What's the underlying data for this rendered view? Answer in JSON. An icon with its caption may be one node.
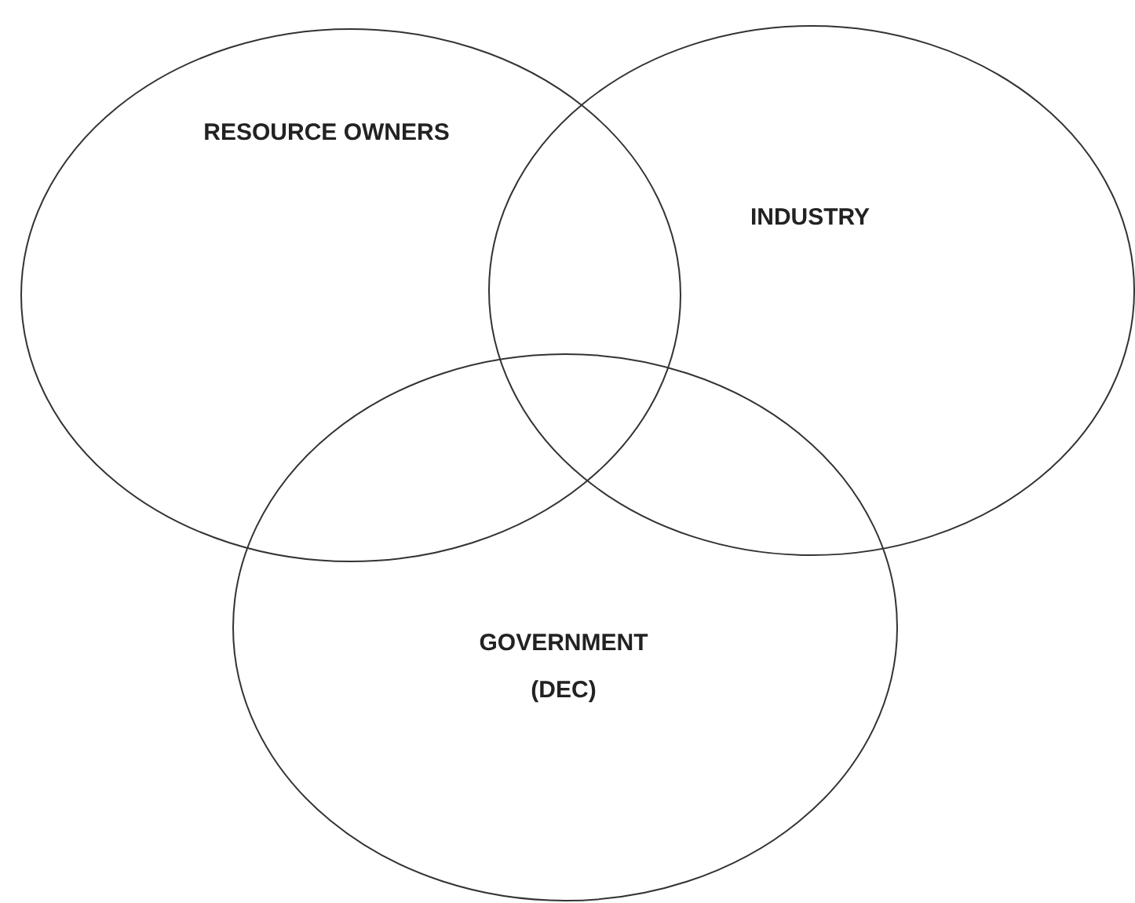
{
  "diagram": {
    "nodes": [
      {
        "text": [
          "RESOURCE OWNERS"
        ]
      },
      {
        "text": [
          "INDUSTRY"
        ]
      },
      {
        "text": [
          "GOVERNMENT (DEC)"
        ]
      }
    ]
  }
}
